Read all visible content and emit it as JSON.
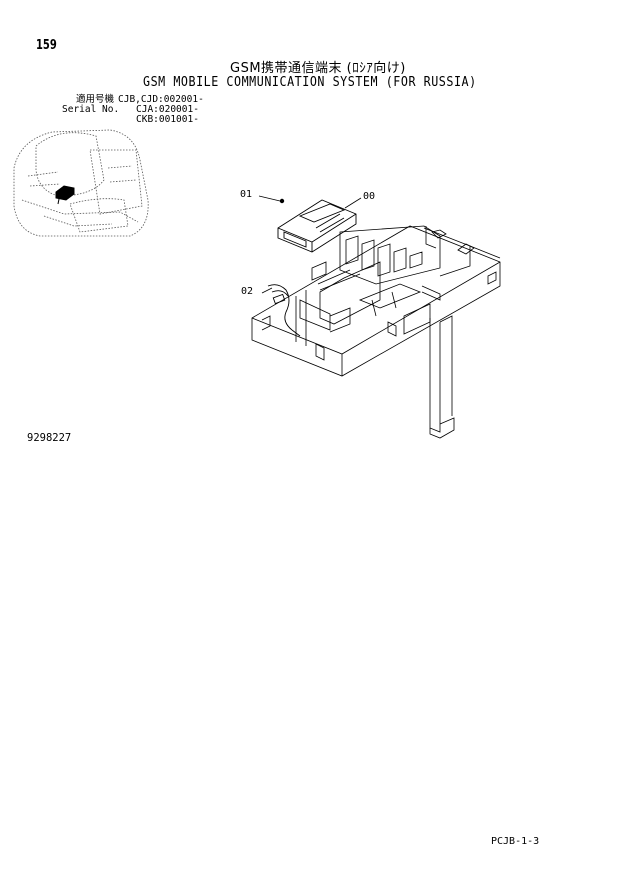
{
  "page": {
    "page_number": "159",
    "title_ja": "GSM携帯通信端末 (ﾛｼｱ向け)",
    "title_en": "GSM MOBILE COMMUNICATION SYSTEM (FOR RUSSIA)",
    "serial": {
      "label_ja": "適用号機",
      "label_en": "Serial No.",
      "values": [
        "CJB,CJD:002001-",
        "CJA:020001-",
        "CKB:001001-"
      ]
    },
    "drawing_number": "9298227",
    "page_code": "PCJB-1-3"
  },
  "diagram": {
    "callouts": [
      {
        "id": "01",
        "label": "01"
      },
      {
        "id": "00",
        "label": "00"
      },
      {
        "id": "02",
        "label": "02"
      }
    ],
    "icons": {
      "machine_overview": "excavator-cab-outline-icon",
      "exploded_view": "gsm-unit-mounting-bracket-drawing"
    }
  }
}
